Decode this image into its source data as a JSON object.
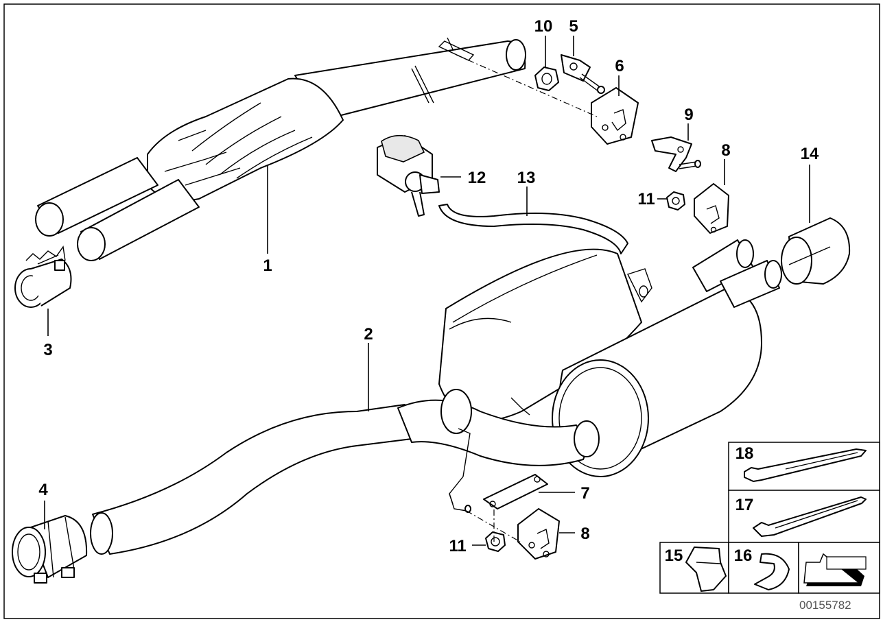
{
  "callouts": {
    "c1": "1",
    "c2": "2",
    "c3": "3",
    "c4": "4",
    "c5": "5",
    "c6": "6",
    "c7": "7",
    "c8a": "8",
    "c8b": "8",
    "c9": "9",
    "c10": "10",
    "c11a": "11",
    "c11b": "11",
    "c12": "12",
    "c13": "13",
    "c14": "14",
    "c15": "15",
    "c16": "16",
    "c17": "17",
    "c18": "18"
  },
  "diagram_code": "00155782"
}
